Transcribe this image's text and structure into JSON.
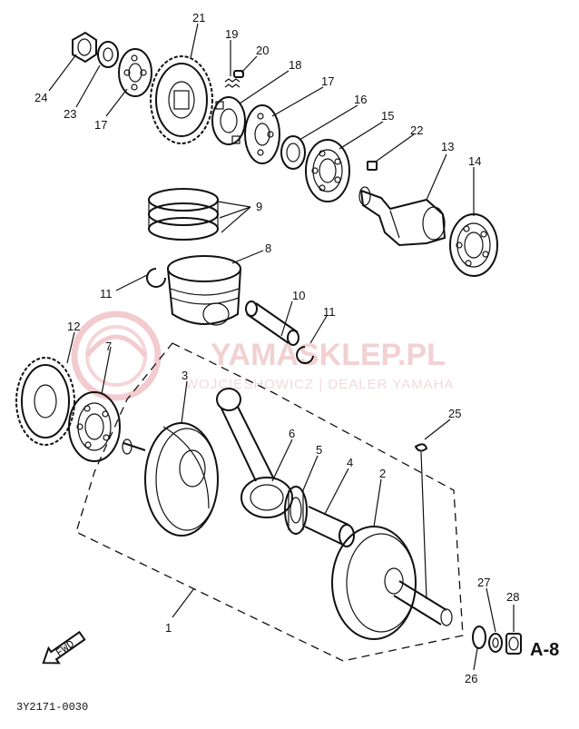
{
  "watermark": {
    "brand": "YAMASKLEP.PL",
    "subtitle": "WOJCIESHOWICZ | DEALER YAMAHA",
    "color": "#e8a7ad"
  },
  "diagram_code": "3Y2171-0030",
  "section_ref": "A-8",
  "fwd_label": "FWD",
  "callouts": {
    "p1": "1",
    "p2": "2",
    "p3": "3",
    "p4": "4",
    "p5": "5",
    "p6": "6",
    "p7": "7",
    "p8": "8",
    "p9": "9",
    "p10": "10",
    "p11a": "11",
    "p11b": "11",
    "p12": "12",
    "p13": "13",
    "p14": "14",
    "p15": "15",
    "p16": "16",
    "p17a": "17",
    "p17b": "17",
    "p18": "18",
    "p19": "19",
    "p20": "20",
    "p21": "21",
    "p22": "22",
    "p23": "23",
    "p24": "24",
    "p25": "25",
    "p26": "26",
    "p27": "27",
    "p28": "28"
  }
}
